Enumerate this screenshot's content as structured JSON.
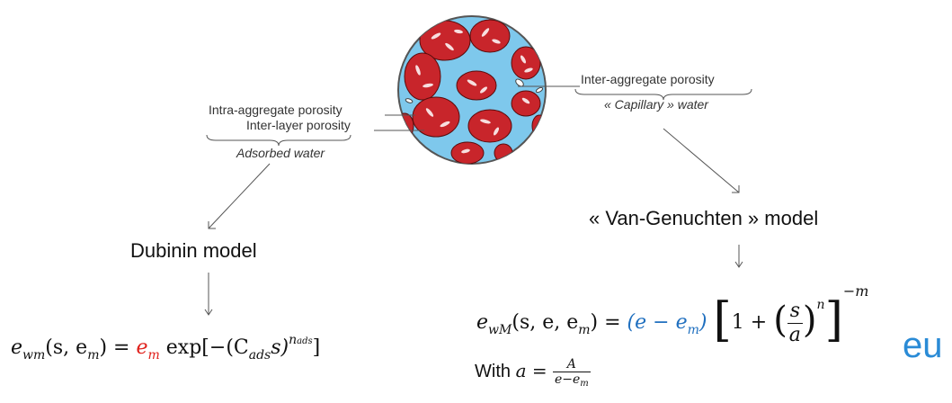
{
  "labels": {
    "intra_aggregate": "Intra-aggregate porosity",
    "inter_layer": "Inter-layer porosity",
    "adsorbed_water": "Adsorbed water",
    "inter_aggregate": "Inter-aggregate porosity",
    "capillary_water": "« Capillary » water"
  },
  "models": {
    "dubinin": "Dubinin model",
    "van_genuchten": "« Van-Genuchten » model"
  },
  "dubinin_equation": {
    "lhs": "e",
    "lhs_sub": "wm",
    "lhs_args": "(s, e",
    "lhs_args_sub": "m",
    "lhs_close": ") = ",
    "em": "e",
    "em_sub": "m",
    "exp": " exp[−(C",
    "c_sub": "ads",
    "s_close": "s)",
    "power": "n",
    "power_sub": "ads",
    "close": "]"
  },
  "vg_equation": {
    "lhs": "e",
    "lhs_sub": "wM",
    "lhs_args": "(s, e, e",
    "lhs_args_sub": "m",
    "lhs_close": ") = ",
    "blue_open": "(e − e",
    "blue_sub": "m",
    "blue_close": ")",
    "one_plus": "1 + ",
    "frac_num": "s",
    "frac_den": "a",
    "n": "n",
    "exponent": "−m"
  },
  "with_line": {
    "prefix": "With ",
    "var": "a = ",
    "num": "A",
    "den": "e−e",
    "den_sub": "m"
  },
  "logo_text": "eu",
  "colors": {
    "water": "#7ec8ec",
    "aggregate": "#c8252b",
    "highlight_red": "#e0201b",
    "highlight_blue": "#1f6fbf"
  }
}
